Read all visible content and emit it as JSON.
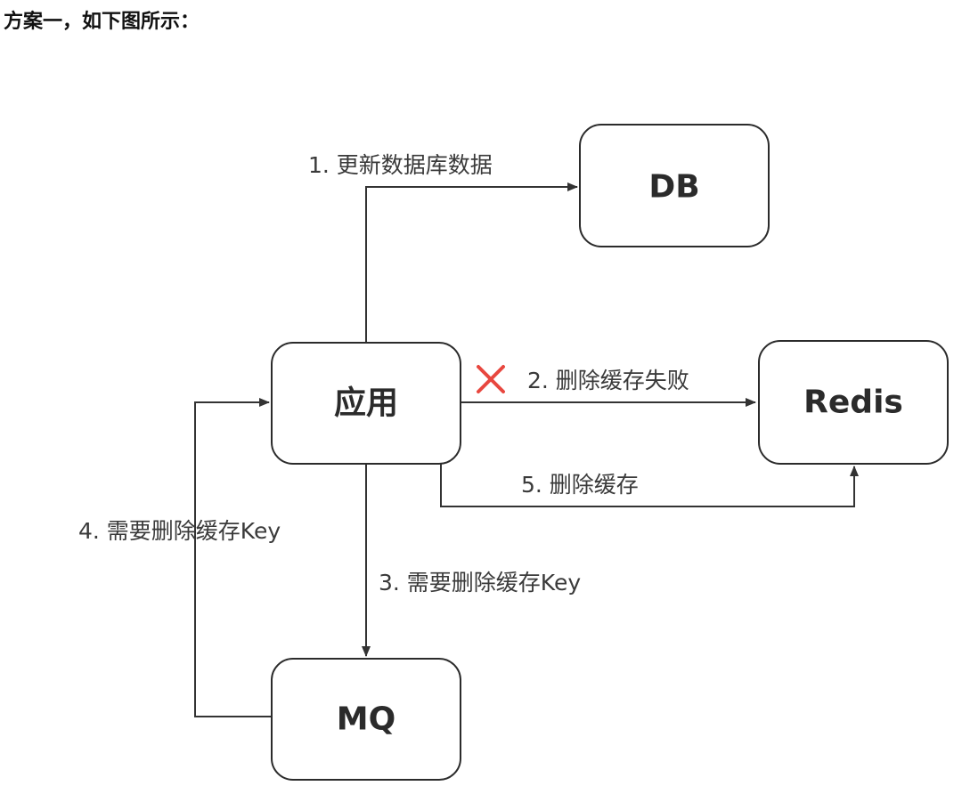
{
  "heading": "方案一，如下图所示：",
  "nodes": {
    "db": "DB",
    "app": "应用",
    "redis": "Redis",
    "mq": "MQ"
  },
  "edges": {
    "e1": "1. 更新数据库数据",
    "e2": "2. 删除缓存失败",
    "e3": "3. 需要删除缓存Key",
    "e4": "4. 需要删除缓存Key",
    "e5": "5. 删除缓存"
  },
  "colors": {
    "line": "#333333",
    "fail_mark": "#e8473f"
  },
  "icons": {
    "fail": "red-x-fail-icon"
  }
}
